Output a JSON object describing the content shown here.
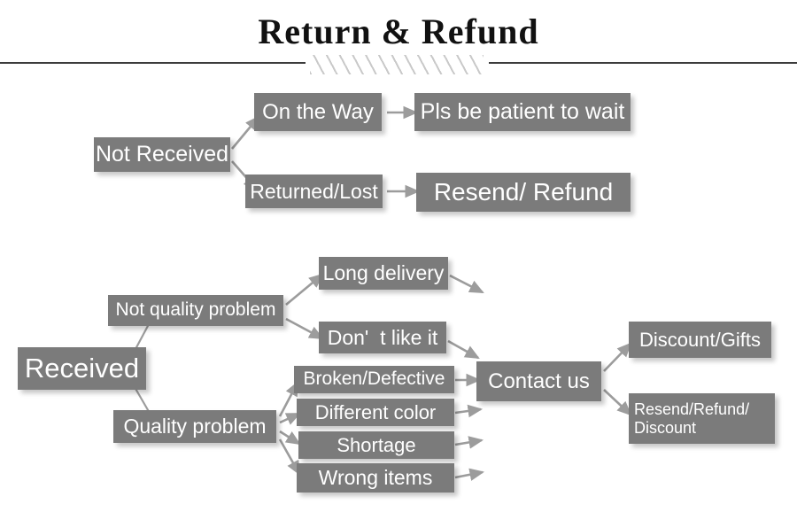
{
  "header": {
    "title": "Return & Refund",
    "divider_icon": "diagonal-hatch-ornament"
  },
  "colors": {
    "box_fill": "#7b7b7b",
    "box_text": "#ffffff",
    "arrow": "#9c9c9c",
    "rule": "#3b3b3b",
    "hatch": "#c9c9c9",
    "background": "#ffffff"
  },
  "flow": {
    "not_received_branch": {
      "root": "Not Received",
      "on_the_way": "On the Way",
      "on_the_way_result": "Pls be patient to wait",
      "returned_lost": "Returned/Lost",
      "returned_lost_result": "Resend/ Refund"
    },
    "received_branch": {
      "root": "Received",
      "not_quality_problem": "Not quality problem",
      "quality_problem": "Quality problem",
      "not_quality_reasons": [
        "Long delivery",
        "Don'  t like it"
      ],
      "quality_reasons": [
        "Broken/Defective",
        "Different color",
        "Shortage",
        "Wrong items"
      ],
      "contact": "Contact us",
      "outcomes": [
        "Discount/Gifts",
        "Resend/Refund/\nDiscount"
      ]
    }
  }
}
